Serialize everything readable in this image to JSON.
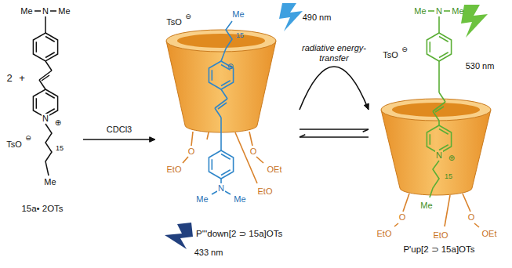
{
  "diagram": {
    "nodes": [
      {
        "text": [
          "15a• 2OTs"
        ]
      },
      {
        "text": [
          "P'''down[2 ⊃ 15a]OTs"
        ]
      },
      {
        "text": [
          "P'up[2 ⊃ 15a]OTs"
        ]
      }
    ],
    "edges": [
      {
        "from": 0,
        "to": 1,
        "arrow": "to",
        "label": "CDCl3"
      },
      {
        "from": 1,
        "to": 2,
        "arrow": "to",
        "label": "radiative energy-transfer"
      },
      {
        "from": 1,
        "to": 2,
        "arrow": "both"
      }
    ],
    "labels": [
      "2",
      "+",
      "Me",
      "N",
      "Me",
      "N",
      "⊕",
      "TsO",
      "⊖",
      "15",
      "Me",
      "TsO",
      "⊖",
      "490 nm",
      "Me",
      "15",
      "⊕",
      "N",
      "Me",
      "Me",
      "433 nm",
      "O",
      "EtO",
      "O",
      "OEt",
      "EtO",
      "Me",
      "N",
      "Me",
      "TsO",
      "⊖",
      "530 nm",
      "N",
      "⊕",
      "15",
      "Me",
      "O",
      "EtO",
      "O",
      "OEt",
      "EtO"
    ]
  }
}
